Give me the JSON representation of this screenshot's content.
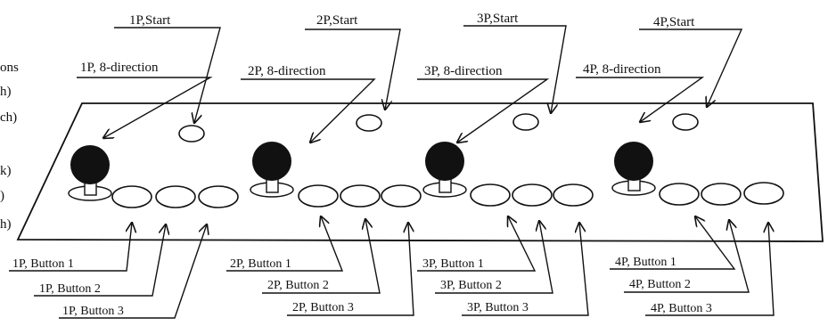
{
  "left_fragments": [
    "ons",
    "h)",
    "ch)",
    "k)",
    ")",
    "h)"
  ],
  "players": [
    {
      "start": "1P,Start",
      "joystick": "1P, 8-direction",
      "buttons": [
        "1P, Button 1",
        "1P, Button 2",
        "1P, Button 3"
      ]
    },
    {
      "start": "2P,Start",
      "joystick": "2P, 8-direction",
      "buttons": [
        "2P, Button 1",
        "2P, Button 2",
        "2P, Button 3"
      ]
    },
    {
      "start": "3P,Start",
      "joystick": "3P, 8-direction",
      "buttons": [
        "3P, Button 1",
        "3P, Button 2",
        "3P, Button 3"
      ]
    },
    {
      "start": "4P,Start",
      "joystick": "4P, 8-direction",
      "buttons": [
        "4P, Button 1",
        "4P, Button 2",
        "4P, Button 3"
      ]
    }
  ]
}
